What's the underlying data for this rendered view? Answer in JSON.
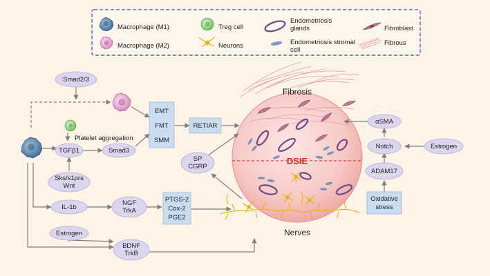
{
  "legend": {
    "macrophage_m1": "Macrophage (M1)",
    "macrophage_m2": "Macrophage (M2)",
    "treg": "Treg cell",
    "neurons": "Neurons",
    "glands_l1": "Endometriosis",
    "glands_l2": "glands",
    "stromal_l1": "Endometriosis stromal",
    "stromal_l2": "cell",
    "fibroblast": "Fibroblast",
    "fibrous": "Fibrous"
  },
  "nodes": {
    "smad23": "Smad2/3",
    "platelet": "Platelet aggregation",
    "tgfb1": "TGFβ1",
    "smad3": "Smad3",
    "sks_l1": "Sks/s1prs",
    "sks_l2": "Wnt",
    "emt": "EMT",
    "fmt": "FMT",
    "smm": "SMM",
    "retiar": "RETIAR",
    "sp": "SP",
    "cgrp": "CGRP",
    "il1b": "IL-1b",
    "ngf": "NGF",
    "trka": "TrkA",
    "ptgs2": "PTGS-2",
    "cox2": "Cox-2",
    "pge2": "PGE2",
    "estrogen_left": "Estrogen",
    "bdnf": "BDNF",
    "trkb": "TrkB",
    "asma": "αSMA",
    "notch": "Notch",
    "estrogen_right": "Estrogen",
    "adam17": "ADAM17",
    "ox_l1": "Oxidative",
    "ox_l2": "stress"
  },
  "lesion": {
    "fibrosis": "Fibrosis",
    "dsie": "DSIE",
    "nerves": "Nerves"
  },
  "colors": {
    "background": "#fdf3e6",
    "pill_fill": "#dcd5ee",
    "box_fill": "#c9dcf0",
    "dsie_red": "#e02020",
    "gland_purple": "#6d4a86",
    "nerve_yellow": "#f0b000",
    "arrow_gray": "#7f7f7f",
    "legend_border": "#2b4f8e"
  },
  "icons": [
    "macrophage-m1-icon",
    "macrophage-m2-icon",
    "treg-cell-icon",
    "neuron-icon",
    "endometriosis-gland-icon",
    "stromal-cell-icon",
    "fibroblast-icon",
    "fibrous-icon"
  ]
}
